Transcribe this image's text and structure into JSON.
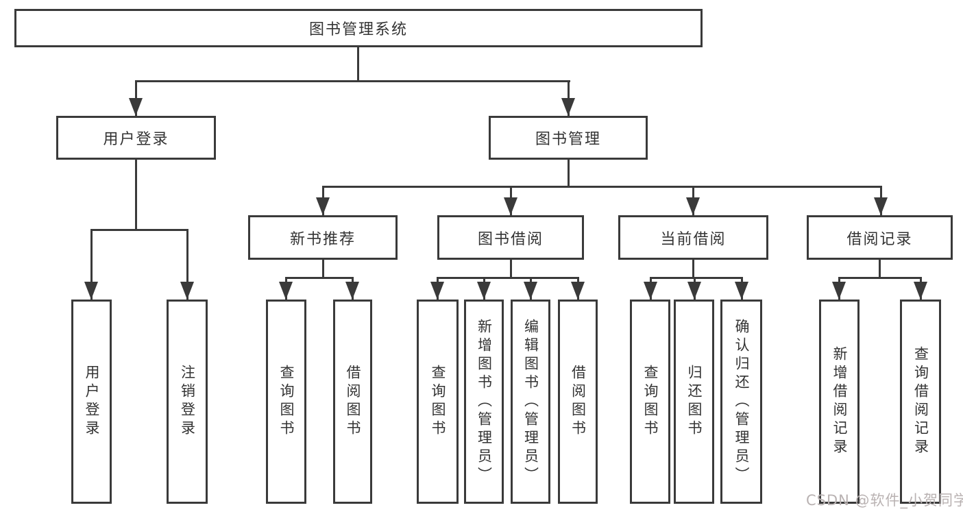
{
  "diagram_title": "图书管理系统",
  "labels": {
    "root": "图书管理系统",
    "user-login": "用户登录",
    "book-management": "图书管理",
    "leaf-user-login": "用户登录",
    "leaf-logout": "注销登录",
    "new-book-recommendation": "新书推荐",
    "book-borrowing": "图书借阅",
    "current-borrowing": "当前借阅",
    "borrowing-records": "借阅记录",
    "nbr-query-books": "查询图书",
    "nbr-borrow-books": "借阅图书",
    "bb-query-books": "查询图书",
    "bb-add-books-admin": "新增图书（管理员）",
    "bb-edit-books-admin": "编辑图书（管理员）",
    "bb-borrow-books": "借阅图书",
    "cb-query-books": "查询图书",
    "cb-return-books": "归还图书",
    "cb-confirm-return-admin": "确认归还（管理员）",
    "br-add-record": "新增借阅记录",
    "br-query-record": "查询借阅记录"
  },
  "hierarchy": {
    "root": [
      "user-login",
      "book-management"
    ],
    "user-login": [
      "leaf-user-login",
      "leaf-logout"
    ],
    "book-management": [
      "new-book-recommendation",
      "book-borrowing",
      "current-borrowing",
      "borrowing-records"
    ],
    "new-book-recommendation": [
      "nbr-query-books",
      "nbr-borrow-books"
    ],
    "book-borrowing": [
      "bb-query-books",
      "bb-add-books-admin",
      "bb-edit-books-admin",
      "bb-borrow-books"
    ],
    "current-borrowing": [
      "cb-query-books",
      "cb-return-books",
      "cb-confirm-return-admin"
    ],
    "borrowing-records": [
      "br-add-record",
      "br-query-record"
    ]
  },
  "watermark": "CSDN @软件_小贺同学",
  "colors": {
    "line": "#3a3a3a",
    "text": "#333333",
    "background": "#ffffff",
    "watermark": "#b9b2b2"
  }
}
